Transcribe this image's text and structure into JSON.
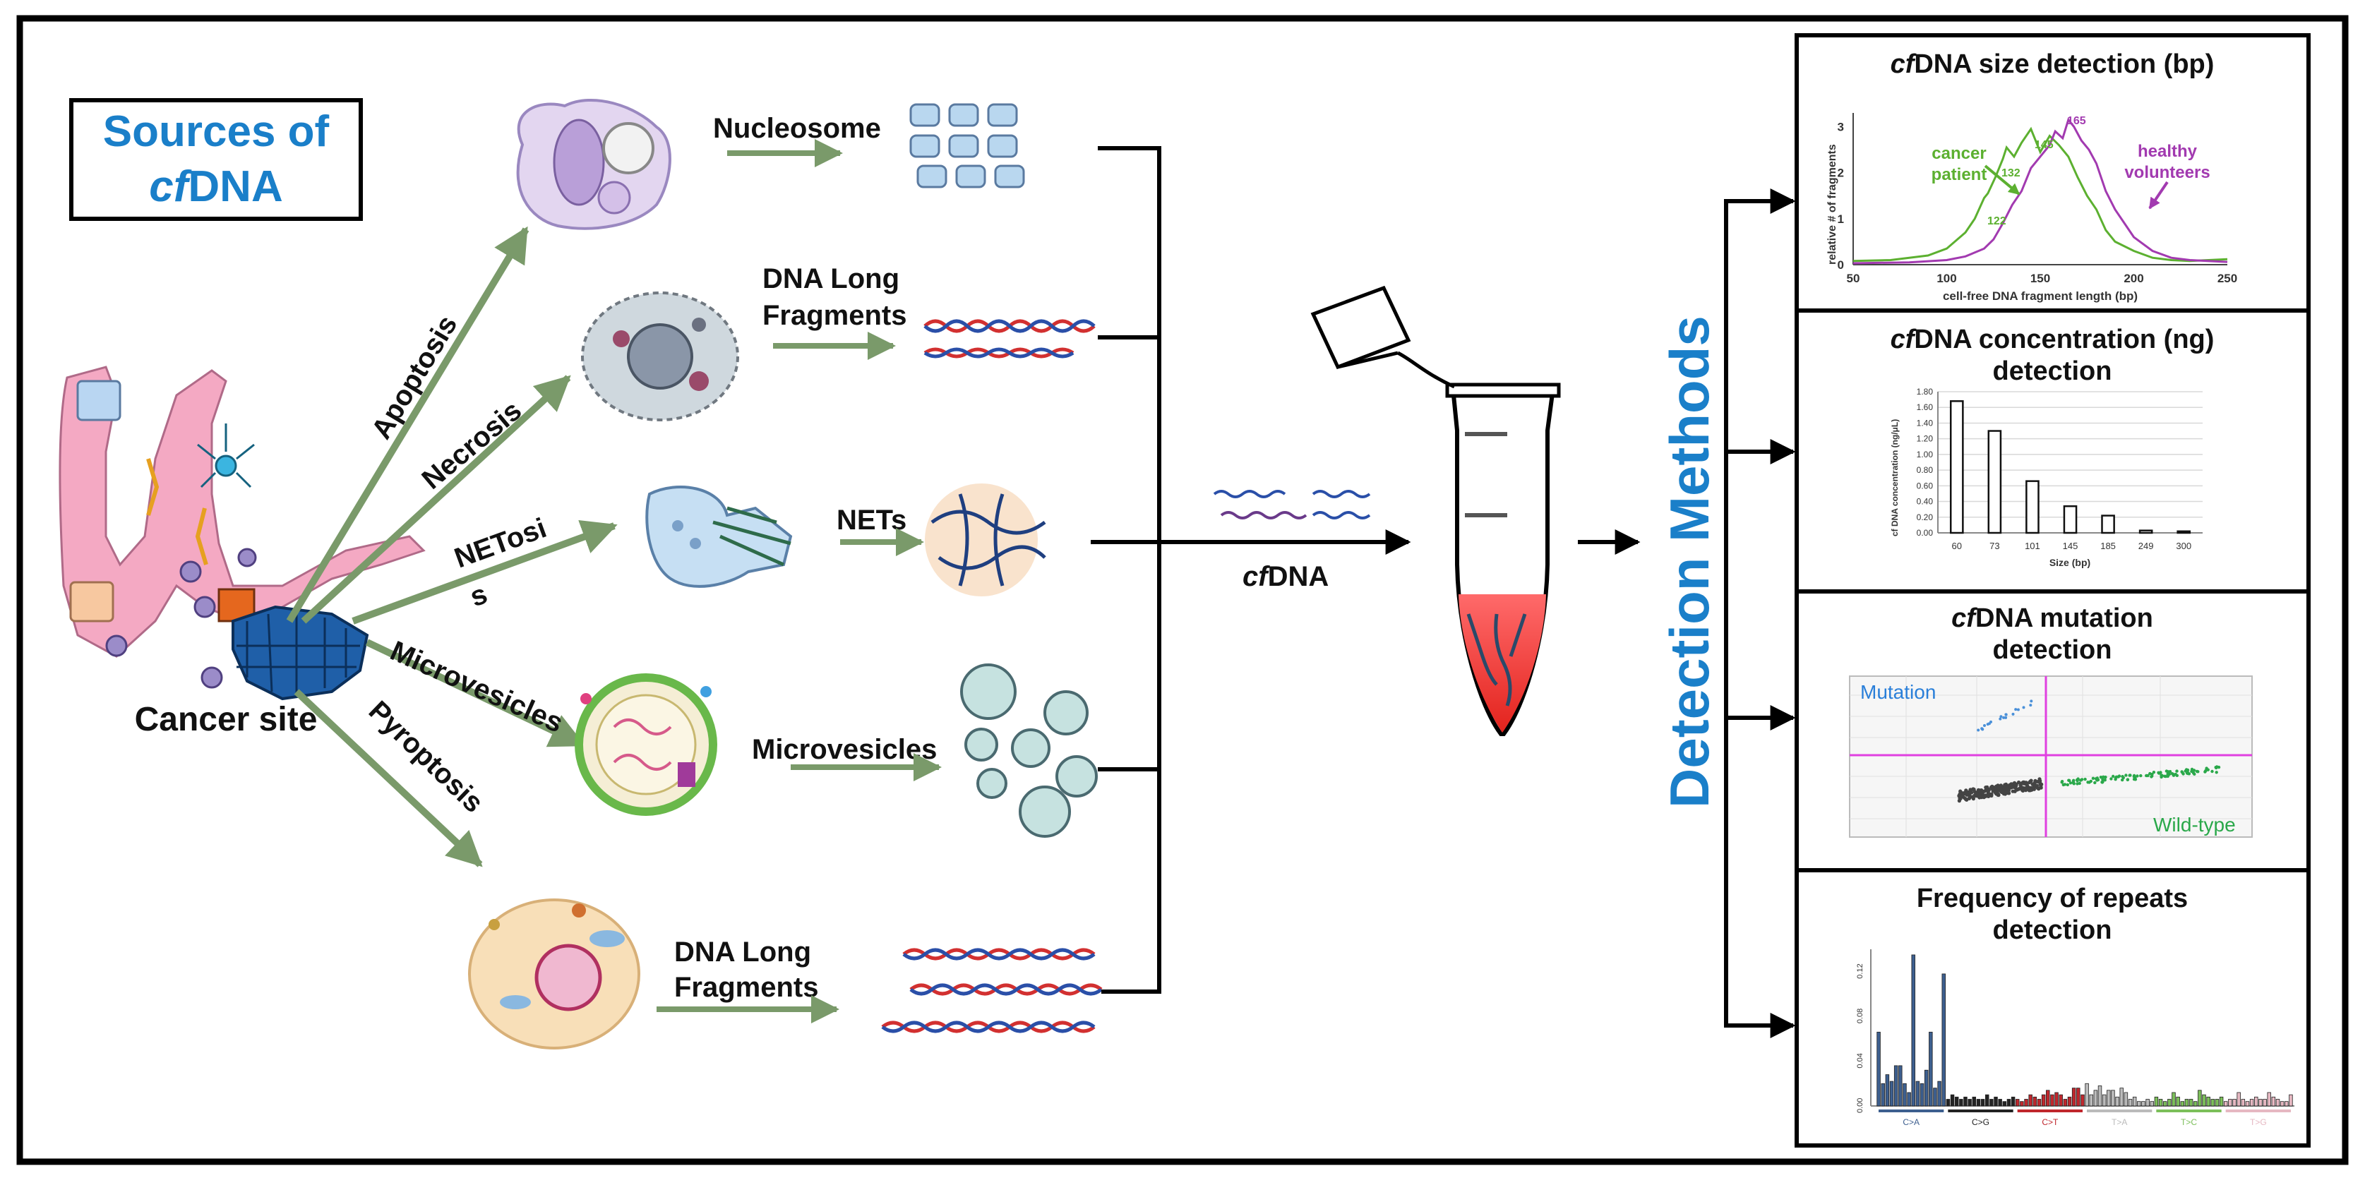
{
  "title": {
    "line1": "Sources of",
    "cf": "cf",
    "dna": "DNA"
  },
  "cancer_site": "Cancer site",
  "pathways": {
    "apoptosis": "Apoptosis",
    "necrosis": "Necrosis",
    "netosis_a": "NETosi",
    "netosis_b": "s",
    "microvesicles": "Microvesicles",
    "pyroptosis": "Pyroptosis"
  },
  "products": {
    "nucleosome": "Nucleosome",
    "dna_long_1a": "DNA Long",
    "dna_long_1b": "Fragments",
    "nets": "NETs",
    "microvesicles": "Microvesicles",
    "dna_long_2a": "DNA Long",
    "dna_long_2b": "Fragments"
  },
  "cfdna_label": {
    "cf": "cf",
    "dna": "DNA"
  },
  "detection_methods": "Detection Methods",
  "panels": {
    "size": {
      "cf": "cf",
      "title": "DNA size detection (bp)"
    },
    "concentration": {
      "cf": "cf",
      "title_a": "DNA concentration (ng)",
      "title_b": "detection"
    },
    "mutation": {
      "cf": "cf",
      "title_a": "DNA mutation",
      "title_b": "detection"
    },
    "repeats": {
      "title_a": "Frequency of repeats",
      "title_b": "detection"
    }
  },
  "size_chart": {
    "type": "line",
    "ylabel": "relative # of fragments",
    "xlabel": "cell-free DNA fragment length (bp)",
    "x_ticks": [
      "50",
      "100",
      "150",
      "200",
      "250"
    ],
    "y_ticks": [
      "0",
      "1",
      "2",
      "3"
    ],
    "xlim": [
      50,
      250
    ],
    "ylim": [
      0,
      3.3
    ],
    "series": [
      {
        "name": "cancer patient",
        "label_a": "cancer",
        "label_b": "patient",
        "color": "#5cb030",
        "x": [
          50,
          70,
          90,
          100,
          110,
          115,
          120,
          122,
          126,
          130,
          132,
          136,
          140,
          145,
          150,
          155,
          160,
          165,
          170,
          175,
          180,
          185,
          190,
          200,
          210,
          220,
          230,
          250
        ],
        "y": [
          0.08,
          0.1,
          0.2,
          0.35,
          0.7,
          1.0,
          1.45,
          1.55,
          1.9,
          2.3,
          2.55,
          2.35,
          2.65,
          2.95,
          2.45,
          2.8,
          2.6,
          2.35,
          1.9,
          1.5,
          1.2,
          0.75,
          0.5,
          0.3,
          0.15,
          0.1,
          0.08,
          0.12
        ]
      },
      {
        "name": "healthy volunteers",
        "label_a": "healthy",
        "label_b": "volunteers",
        "color": "#a23ab0",
        "x": [
          50,
          80,
          100,
          110,
          120,
          125,
          130,
          135,
          140,
          145,
          150,
          155,
          158,
          162,
          165,
          168,
          172,
          176,
          180,
          185,
          190,
          200,
          210,
          220,
          230,
          250
        ],
        "y": [
          0.03,
          0.05,
          0.1,
          0.18,
          0.35,
          0.55,
          0.9,
          1.3,
          1.6,
          2.1,
          2.35,
          2.6,
          2.9,
          2.75,
          3.15,
          3.0,
          2.7,
          2.5,
          2.2,
          1.6,
          1.2,
          0.6,
          0.3,
          0.15,
          0.1,
          0.06
        ]
      }
    ],
    "annotations": [
      "122",
      "132",
      "145",
      "165"
    ]
  },
  "conc_chart": {
    "type": "bar",
    "ylabel": "cf DNA concentration (ng/μL)",
    "xlabel": "Size (bp)",
    "categories": [
      "60",
      "73",
      "101",
      "145",
      "185",
      "249",
      "300"
    ],
    "values": [
      1.68,
      1.3,
      0.66,
      0.34,
      0.22,
      0.03,
      0.02
    ],
    "y_ticks": [
      "0.00",
      "0.20",
      "0.40",
      "0.60",
      "0.80",
      "1.00",
      "1.20",
      "1.40",
      "1.60",
      "1.80"
    ],
    "ylim": [
      0,
      1.8
    ]
  },
  "mutation_chart": {
    "mutation": "Mutation",
    "wild_type": "Wild-type"
  },
  "repeats_chart": {
    "type": "bar",
    "y_ticks": [
      "0.00",
      "0.04",
      "0.08",
      "0.12"
    ],
    "ylim": [
      0,
      0.14
    ],
    "groups": [
      {
        "label": "C>A",
        "color": "#3d5f8f"
      },
      {
        "label": "C>G",
        "color": "#222222"
      },
      {
        "label": "C>T",
        "color": "#c0272d"
      },
      {
        "label": "T>A",
        "color": "#bbbbbb"
      },
      {
        "label": "T>C",
        "color": "#7cbf5a"
      },
      {
        "label": "T>G",
        "color": "#e6b8c2"
      }
    ],
    "values": [
      0.066,
      0.02,
      0.028,
      0.022,
      0.036,
      0.036,
      0.02,
      0.012,
      0.135,
      0.022,
      0.02,
      0.032,
      0.066,
      0.016,
      0.022,
      0.118,
      0.006,
      0.01,
      0.008,
      0.006,
      0.008,
      0.006,
      0.008,
      0.006,
      0.006,
      0.01,
      0.006,
      0.008,
      0.006,
      0.004,
      0.006,
      0.008,
      0.006,
      0.004,
      0.006,
      0.01,
      0.008,
      0.006,
      0.01,
      0.014,
      0.01,
      0.012,
      0.01,
      0.006,
      0.008,
      0.016,
      0.016,
      0.01,
      0.02,
      0.01,
      0.014,
      0.018,
      0.01,
      0.014,
      0.014,
      0.008,
      0.016,
      0.012,
      0.006,
      0.008,
      0.004,
      0.004,
      0.006,
      0.004,
      0.008,
      0.006,
      0.004,
      0.006,
      0.012,
      0.008,
      0.004,
      0.006,
      0.006,
      0.004,
      0.014,
      0.01,
      0.008,
      0.006,
      0.006,
      0.008,
      0.004,
      0.006,
      0.006,
      0.012,
      0.006,
      0.004,
      0.006,
      0.008,
      0.006,
      0.006,
      0.012,
      0.008,
      0.006,
      0.004,
      0.004,
      0.01
    ]
  },
  "colors": {
    "accent_blue": "#1a7fc9",
    "arrow_green": "#7a9a6a",
    "blood_red": "#e3231d"
  }
}
